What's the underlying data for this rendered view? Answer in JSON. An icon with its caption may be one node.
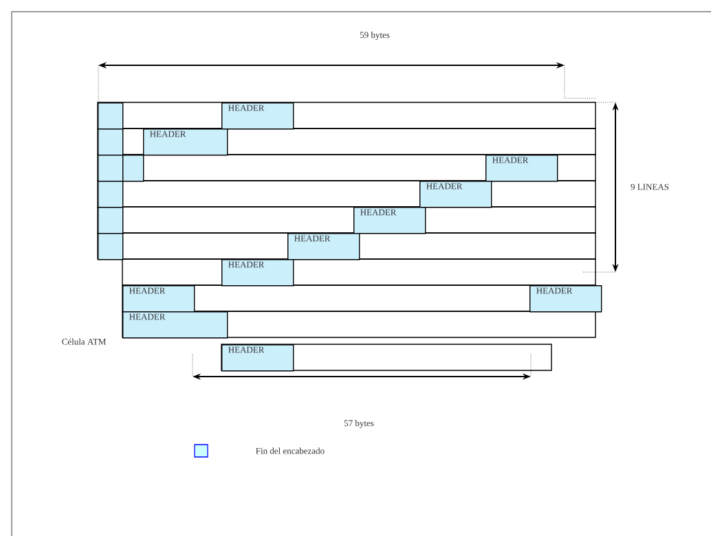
{
  "diagram": {
    "nodes": [
      {
        "text": [],
        "shape": "box"
      },
      {
        "text": [
          "HEADER"
        ]
      },
      {
        "text": [],
        "shape": "box"
      },
      {
        "text": [
          "HEADER"
        ]
      },
      {
        "text": [],
        "shape": "box"
      },
      {
        "text": [],
        "shape": "box"
      },
      {
        "text": [
          "HEADER"
        ]
      },
      {
        "text": [],
        "shape": "box"
      },
      {
        "text": [
          "HEADER"
        ]
      },
      {
        "text": [],
        "shape": "box"
      },
      {
        "text": [
          "HEADER"
        ]
      },
      {
        "text": [],
        "shape": "box"
      },
      {
        "text": [
          "HEADER"
        ]
      },
      {
        "text": [
          "HEADER"
        ]
      },
      {
        "text": [
          "HEADER"
        ]
      },
      {
        "text": [
          "HEADER"
        ]
      },
      {
        "text": [
          "HEADER"
        ]
      },
      {
        "text": [
          "HEADER"
        ]
      }
    ],
    "labels": [
      "59 bytes",
      "9 LINEAS",
      "Célula ATM",
      "57 bytes"
    ],
    "legend": [
      {
        "text": "Fin del encabezado",
        "color": "#ccffff"
      }
    ]
  }
}
